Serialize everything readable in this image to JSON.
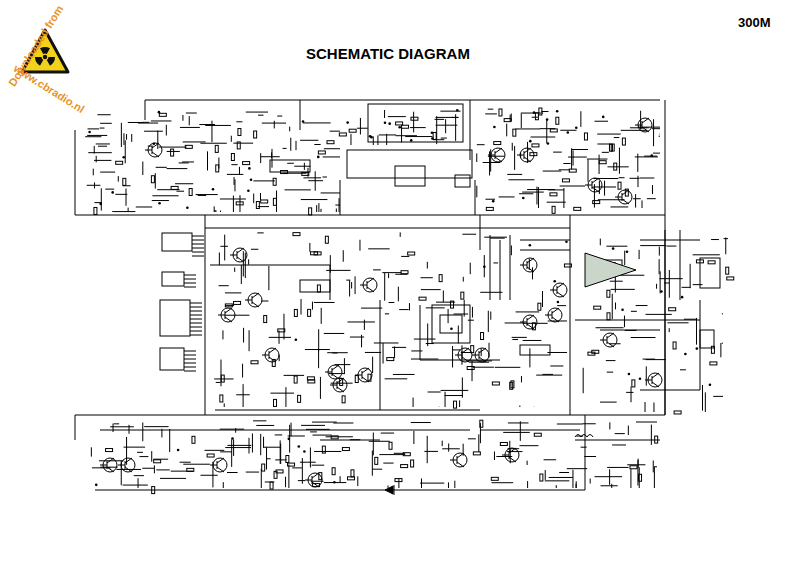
{
  "diagram": {
    "title": "SCHEMATIC DIAGRAM",
    "labels": [
      "300M",
      "Downloaded from",
      "www.cbradio.nl"
    ]
  }
}
